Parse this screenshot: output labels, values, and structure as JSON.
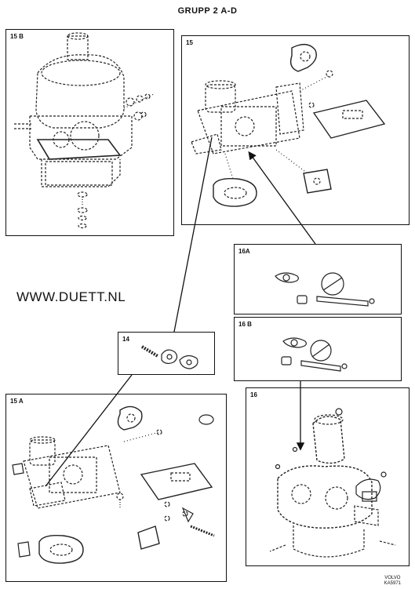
{
  "page": {
    "title": "GRUPP 2 A-D",
    "watermark": "WWW.DUETT.NL",
    "stamp_line1": "VOLVO",
    "stamp_line2": "KA5971"
  },
  "panels": {
    "p15b": {
      "label": "15 B"
    },
    "p15": {
      "label": "15"
    },
    "p16a": {
      "label": "16A"
    },
    "p16b": {
      "label": "16 B"
    },
    "p14": {
      "label": "14"
    },
    "p15a": {
      "label": "15 A"
    },
    "p16": {
      "label": "16"
    }
  }
}
